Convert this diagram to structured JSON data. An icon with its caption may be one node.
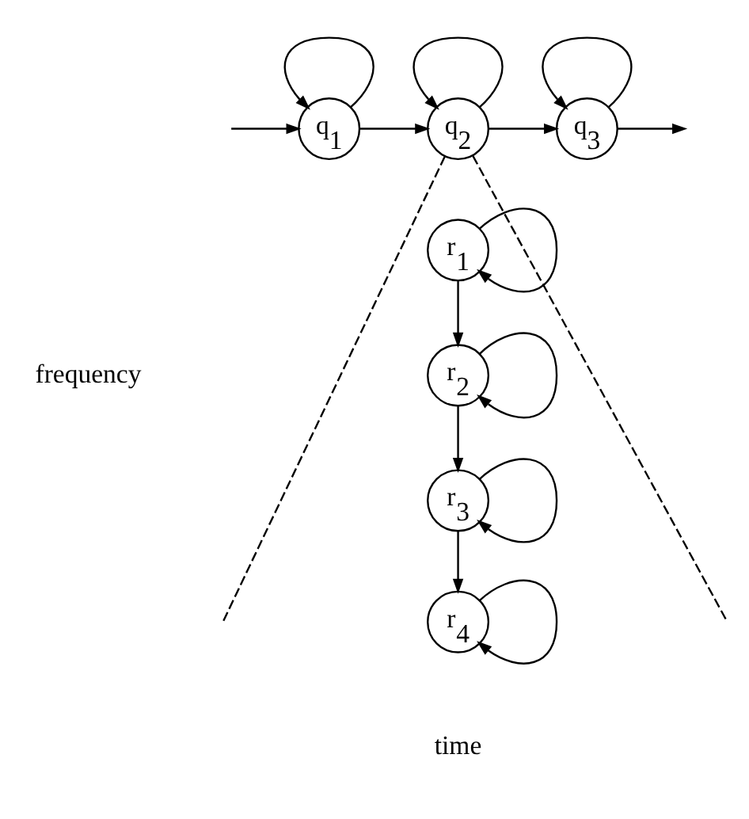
{
  "diagram": {
    "nodes": [
      {
        "text": [
          "q$_{1}$"
        ]
      },
      {
        "text": [
          "q$_{2}$"
        ]
      },
      {
        "text": [
          "q$_{3}$"
        ]
      },
      {
        "text": [
          "r$_{1}$"
        ]
      },
      {
        "text": [
          "r$_{2}$"
        ]
      },
      {
        "text": [
          "r$_{3}$"
        ]
      },
      {
        "text": [
          "r$_{4}$"
        ]
      }
    ],
    "edges": [
      {
        "from": null,
        "to": 0,
        "arrow": "to"
      },
      {
        "from": 0,
        "to": 0,
        "arrow": "to"
      },
      {
        "from": 0,
        "to": 1,
        "arrow": "to"
      },
      {
        "from": 1,
        "to": 1,
        "arrow": "to"
      },
      {
        "from": 1,
        "to": 2,
        "arrow": "to"
      },
      {
        "from": 2,
        "to": 2,
        "arrow": "to"
      },
      {
        "from": 2,
        "to": null,
        "arrow": "to"
      },
      {
        "from": 1,
        "to": null,
        "arrow": "none",
        "style": "dashed"
      },
      {
        "from": 1,
        "to": null,
        "arrow": "none",
        "style": "dashed"
      },
      {
        "from": 3,
        "to": 3,
        "arrow": "to"
      },
      {
        "from": 3,
        "to": 4,
        "arrow": "to"
      },
      {
        "from": 4,
        "to": 4,
        "arrow": "to"
      },
      {
        "from": 4,
        "to": 5,
        "arrow": "to"
      },
      {
        "from": 5,
        "to": 5,
        "arrow": "to"
      },
      {
        "from": 5,
        "to": 6,
        "arrow": "to"
      },
      {
        "from": 6,
        "to": 6,
        "arrow": "to"
      }
    ],
    "labels": [
      "frequency",
      "time"
    ]
  }
}
